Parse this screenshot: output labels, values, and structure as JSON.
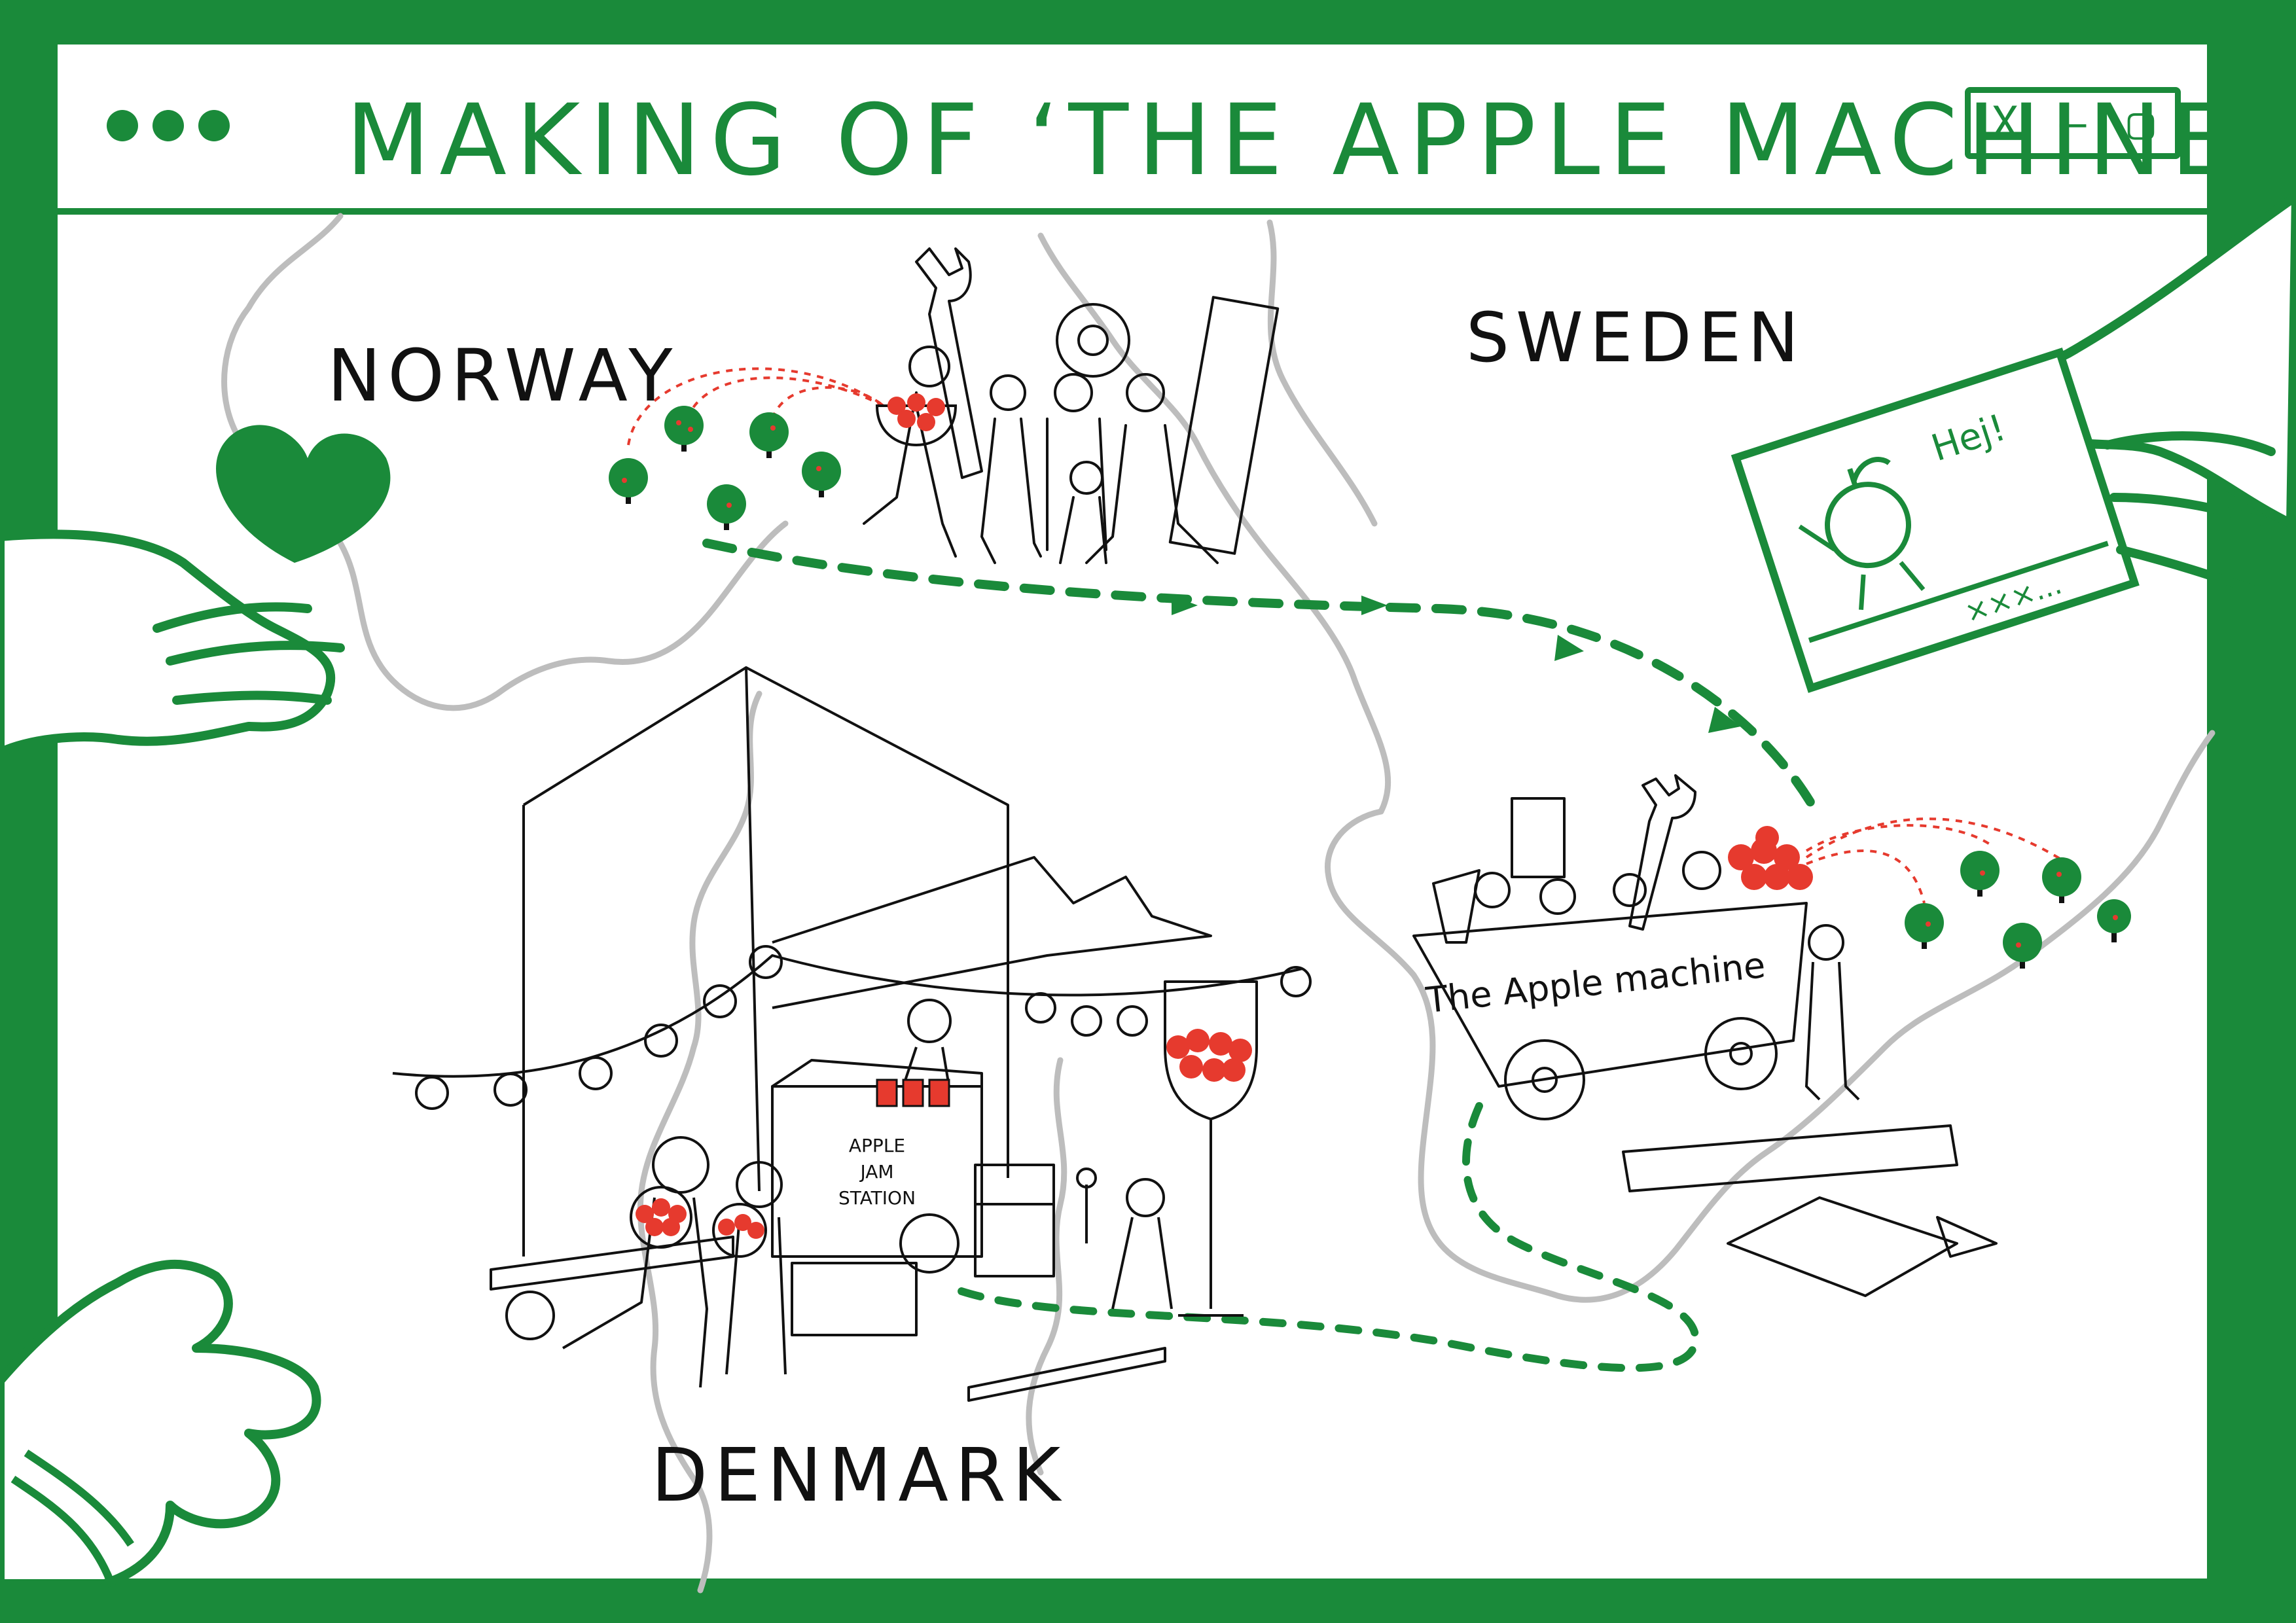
{
  "window": {
    "title": "MAKING OF ‘THE APPLE MACHINE’",
    "controls": [
      "X",
      "–",
      "▢"
    ]
  },
  "map": {
    "countries": [
      "NORWAY",
      "SWEDEN",
      "DENMARK"
    ]
  },
  "scenes": {
    "stall_sign": [
      "APPLE",
      "JAM",
      "STATION"
    ],
    "cart_label": "The Apple machine",
    "postcard_greeting": "Hej!",
    "postcard_signoff": "×××..."
  },
  "colors": {
    "brand_green": "#1a8a3a",
    "apple_red": "#e63a2e",
    "border_gray": "#bdbdbd",
    "ink": "#111111"
  },
  "icons": [
    "heart-icon",
    "apple-icon",
    "wrench-icon",
    "tree-icon"
  ]
}
